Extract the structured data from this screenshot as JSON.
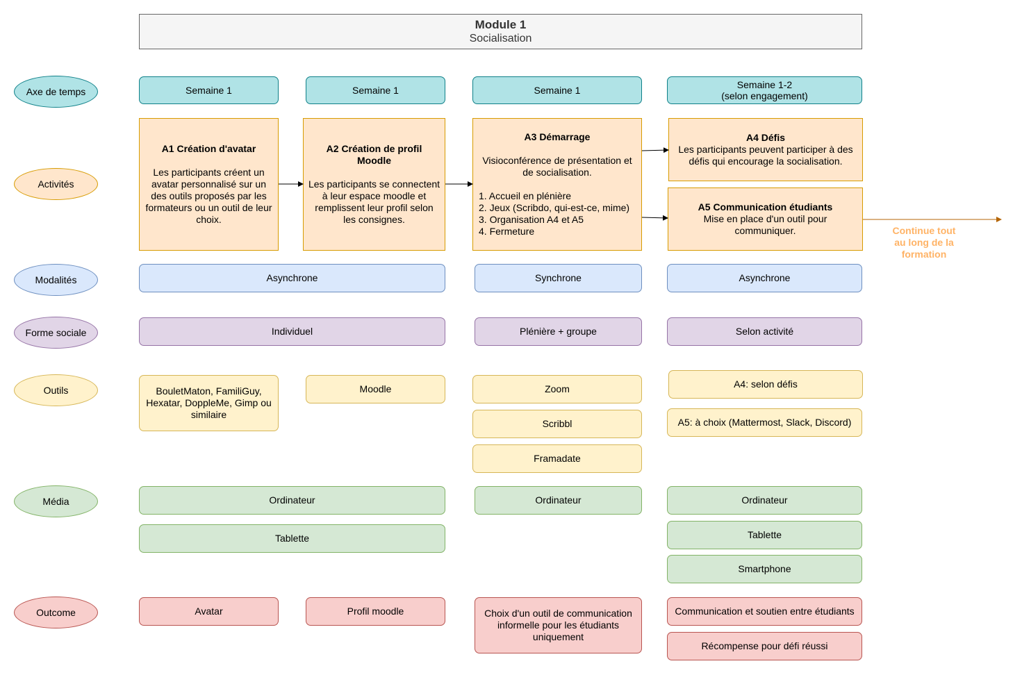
{
  "header": {
    "title": "Module 1",
    "subtitle": "Socialisation"
  },
  "rows": {
    "time": "Axe de temps",
    "activities": "Activités",
    "modalities": "Modalités",
    "social": "Forme sociale",
    "tools": "Outils",
    "media": "Média",
    "outcome": "Outcome"
  },
  "time": {
    "w1": "Semaine 1",
    "w2": "Semaine 1",
    "w3": "Semaine 1",
    "w4_line1": "Semaine 1-2",
    "w4_line2": "(selon engagement)"
  },
  "activities": {
    "a1": {
      "title": "A1 Création d'avatar",
      "text": "Les participants créent un avatar personnalisé sur un des outils proposés par les formateurs ou un outil de leur choix."
    },
    "a2": {
      "title": "A2 Création de profil Moodle",
      "text": "Les participants se connectent à leur espace moodle et remplissent leur profil selon les consignes."
    },
    "a3": {
      "title": "A3 Démarrage",
      "text": "Visioconférence de présentation et de socialisation.",
      "items": [
        "1. Accueil en plénière",
        "2. Jeux (Scribdo, qui-est-ce, mime)",
        "3. Organisation A4 et A5",
        "4. Fermeture"
      ]
    },
    "a4": {
      "title": "A4 Défis",
      "text": "Les participants peuvent participer à des défis qui encourage la socialisation."
    },
    "a5": {
      "title": "A5 Communication étudiants",
      "text": "Mise en place d'un outil pour communiquer."
    }
  },
  "note": {
    "line1": "Continue tout",
    "line2": "au long de la",
    "line3": "formation"
  },
  "modalities": {
    "m1": "Asynchrone",
    "m2": "Synchrone",
    "m3": "Asynchrone"
  },
  "social": {
    "s1": "Individuel",
    "s2": "Plénière + groupe",
    "s3": "Selon activité"
  },
  "tools": {
    "t1": "BouletMaton, FamiliGuy, Hexatar, DoppleMe, Gimp ou similaire",
    "t2": "Moodle",
    "t3": "Zoom",
    "t4": "Scribbl",
    "t5": "Framadate",
    "t6": "A4: selon défis",
    "t7": "A5: à choix (Mattermost, Slack, Discord)"
  },
  "media": {
    "m1": "Ordinateur",
    "m2": "Tablette",
    "m3": "Ordinateur",
    "m4": "Ordinateur",
    "m5": "Tablette",
    "m6": "Smartphone"
  },
  "outcome": {
    "o1": "Avatar",
    "o2": "Profil moodle",
    "o3": "Choix d'un outil de communication informelle pour les étudiants uniquement",
    "o4": "Communication et soutien entre étudiants",
    "o5": "Récompense pour défi réussi"
  },
  "colors": {
    "time": "#b0e3e6",
    "activity": "#ffe6cc",
    "modality": "#dae8fc",
    "social": "#e1d5e7",
    "tool": "#fff2cc",
    "media": "#d5e8d4",
    "outcome": "#f8cecc",
    "note": "#ffb366"
  }
}
